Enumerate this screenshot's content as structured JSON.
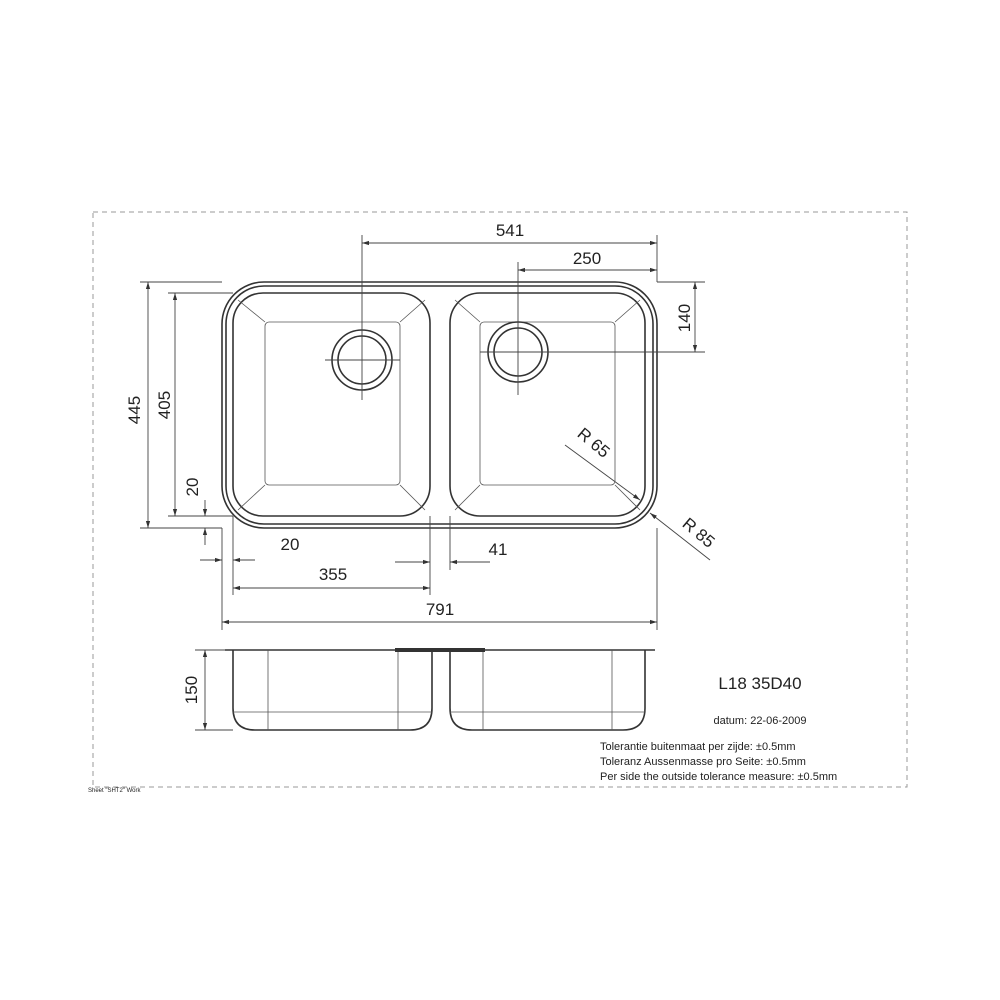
{
  "dimensions": {
    "d541": "541",
    "d250": "250",
    "d140": "140",
    "d445": "445",
    "d405": "405",
    "d20_vertical": "20",
    "d20_horizontal": "20",
    "d355": "355",
    "d41": "41",
    "d791": "791",
    "r65": "R 65",
    "r85": "R 85",
    "d150": "150"
  },
  "title_block": {
    "model": "L18 35D40",
    "date": "datum: 22-06-2009",
    "tolerance_nl": "Tolerantie buitenmaat per zijde: ±0.5mm",
    "tolerance_de": "Toleranz Aussenmasse pro Seite: ±0.5mm",
    "tolerance_en": "Per side the outside tolerance measure: ±0.5mm"
  },
  "sheet_label": "Sheet \"SHT2\" Work"
}
